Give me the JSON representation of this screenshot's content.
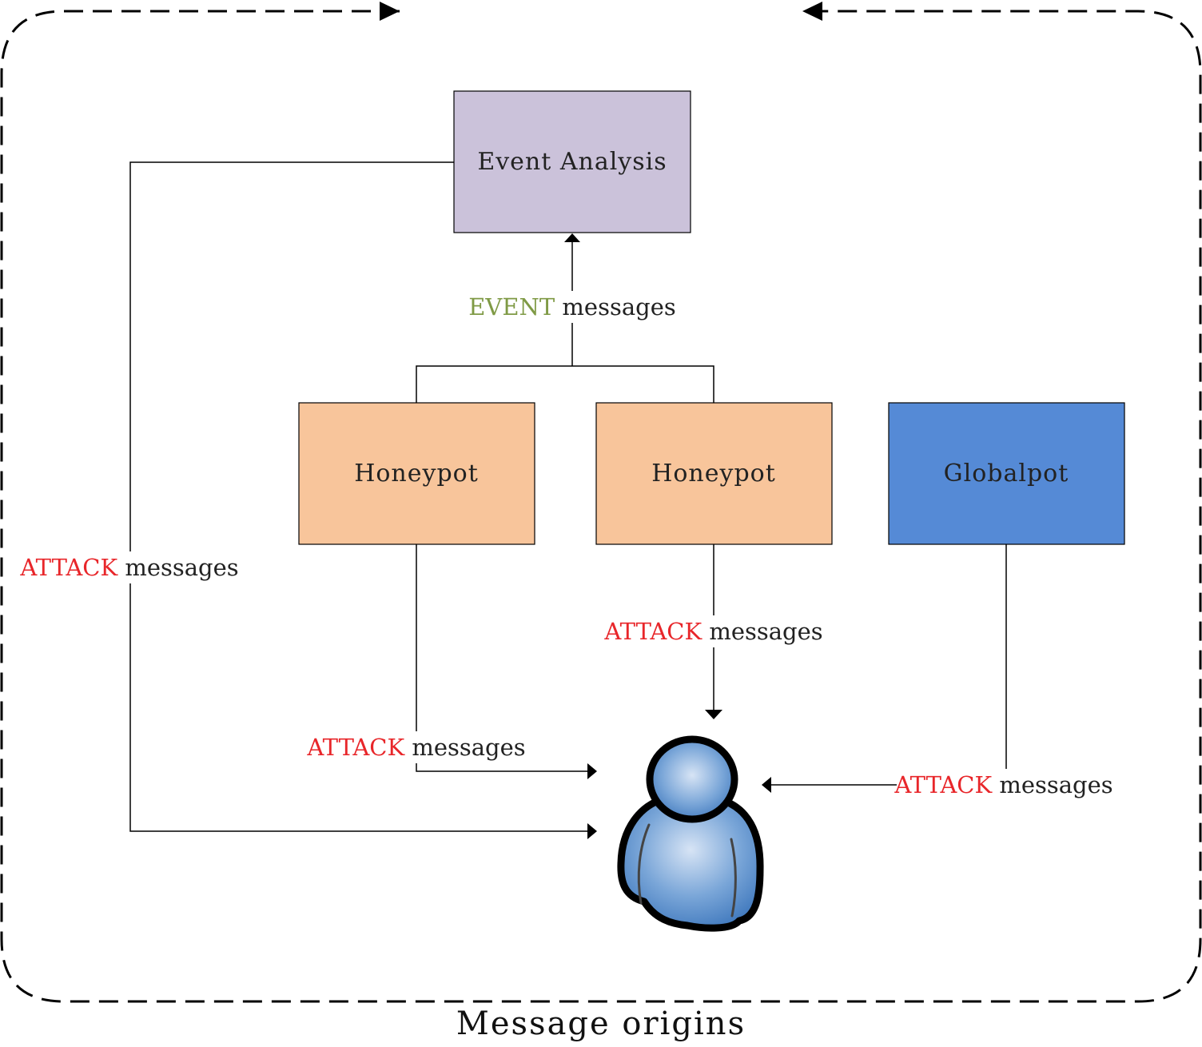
{
  "boxes": {
    "event_analysis": {
      "label": "Event Analysis",
      "color": "#cbc2da"
    },
    "honeypot_1": {
      "label": "Honeypot",
      "color": "#f8c59b"
    },
    "honeypot_2": {
      "label": "Honeypot",
      "color": "#f8c59b"
    },
    "globalpot": {
      "label": "Globalpot",
      "color": "#558ad6"
    }
  },
  "edge_labels": {
    "event": {
      "kind": "EVENT",
      "rest": " messages",
      "kind_color": "#7f9a45"
    },
    "attack_left": {
      "kind": "ATTACK",
      "rest": " messages",
      "kind_color": "#e8262a"
    },
    "attack_honeypot_1": {
      "kind": "ATTACK",
      "rest": " messages",
      "kind_color": "#e8262a"
    },
    "attack_honeypot_2": {
      "kind": "ATTACK",
      "rest": " messages",
      "kind_color": "#e8262a"
    },
    "attack_globalpot": {
      "kind": "ATTACK",
      "rest": " messages",
      "kind_color": "#e8262a"
    }
  },
  "user": {
    "icon": "user-icon",
    "color": "#4f8cc9"
  },
  "caption": "Message origins"
}
